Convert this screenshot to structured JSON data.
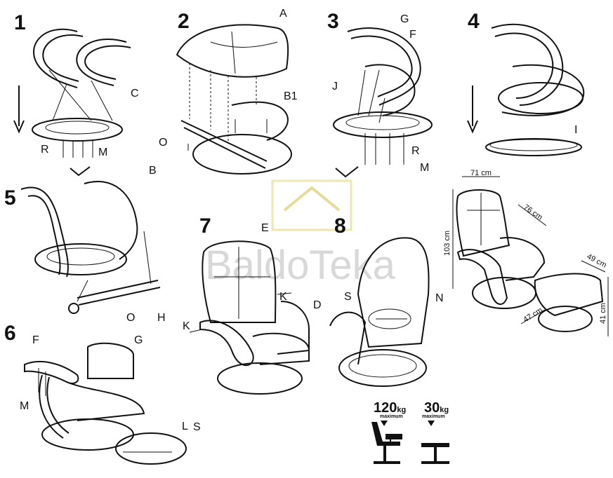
{
  "watermark": "BaldoTeka",
  "steps": [
    "1",
    "2",
    "3",
    "4",
    "5",
    "6",
    "7",
    "8"
  ],
  "parts": {
    "s1": {
      "C": "C",
      "R": "R",
      "M": "M"
    },
    "s2": {
      "A": "A",
      "B1": "B1",
      "O": "O",
      "B": "B"
    },
    "s3": {
      "G": "G",
      "F": "F",
      "J": "J",
      "R": "R",
      "M": "M"
    },
    "s4": {
      "I": "I"
    },
    "s5": {
      "O": "O",
      "H": "H"
    },
    "s6": {
      "F": "F",
      "G": "G",
      "M": "M",
      "L": "L",
      "S": "S"
    },
    "s7": {
      "E": "E",
      "D": "D",
      "K1": "K",
      "K2": "K"
    },
    "s8": {
      "S": "S",
      "N": "N"
    }
  },
  "dimensions": {
    "width": "71 cm",
    "depth": "76 cm",
    "height": "103 cm",
    "ottoman_width": "49 cm",
    "ottoman_depth": "47 cm",
    "ottoman_height": "41 cm"
  },
  "load": {
    "chair": {
      "value": "120",
      "unit": "kg",
      "note": "maximum"
    },
    "ottoman": {
      "value": "30",
      "unit": "kg",
      "note": "maximum"
    }
  }
}
